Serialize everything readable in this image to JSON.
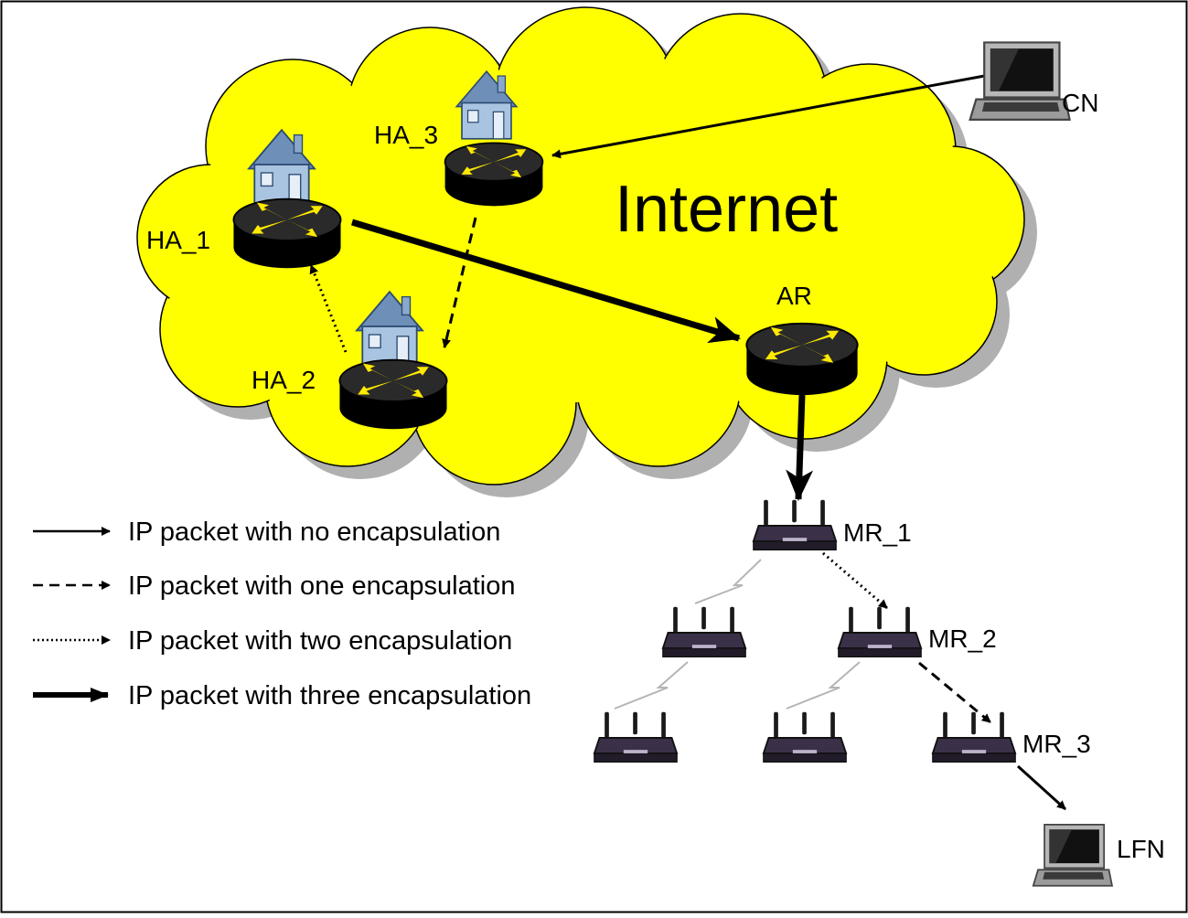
{
  "cloud": {
    "title": "Internet",
    "fill_color": "#ffff00",
    "shadow_color": "#b0b0b0"
  },
  "nodes": {
    "cn": {
      "label": "CN"
    },
    "ha1": {
      "label": "HA_1"
    },
    "ha2": {
      "label": "HA_2"
    },
    "ha3": {
      "label": "HA_3"
    },
    "ar": {
      "label": "AR"
    },
    "mr1": {
      "label": "MR_1"
    },
    "mr2": {
      "label": "MR_2"
    },
    "mr3": {
      "label": "MR_3"
    },
    "lfn": {
      "label": "LFN"
    }
  },
  "legend": {
    "items": [
      {
        "style": "solid",
        "text": "IP packet with no encapsulation"
      },
      {
        "style": "dashed",
        "text": "IP packet with one encapsulation"
      },
      {
        "style": "dotted",
        "text": "IP packet with two encapsulation"
      },
      {
        "style": "thick",
        "text": "IP packet with three encapsulation"
      }
    ]
  },
  "icons": {
    "router": "router-icon",
    "home_agent": "house-icon",
    "wireless_router": "wireless-router-icon",
    "laptop": "laptop-icon",
    "wireless_link": "lightning-link-icon"
  },
  "colors": {
    "router_body": "#111111",
    "router_arrows": "#ffea00",
    "house_wall": "#9ab8d8",
    "house_roof": "#6e90b8",
    "access_point": "#2e2838"
  }
}
